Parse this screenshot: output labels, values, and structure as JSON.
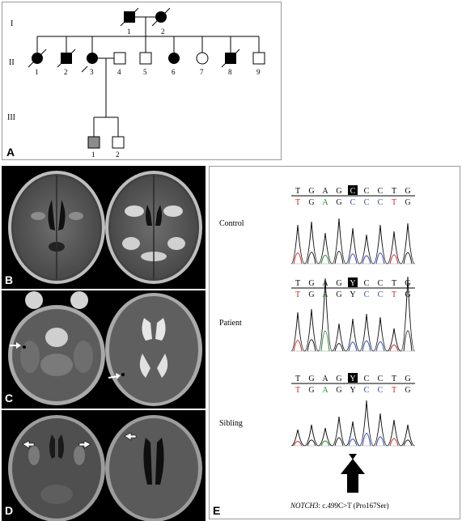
{
  "panels": {
    "A": "A",
    "B": "B",
    "C": "C",
    "D": "D",
    "E": "E"
  },
  "pedigree": {
    "generations": [
      "I",
      "II",
      "III"
    ],
    "gen1": [
      "1",
      "2"
    ],
    "gen2": [
      "1",
      "2",
      "3",
      "4",
      "5",
      "6",
      "7",
      "8",
      "9"
    ],
    "gen3": [
      "1",
      "2"
    ]
  },
  "sequencing": {
    "rows": [
      {
        "label": "Control",
        "bases": [
          "T",
          "G",
          "A",
          "G",
          "C",
          "C",
          "C",
          "T",
          "G"
        ]
      },
      {
        "label": "Patient",
        "bases": [
          "T",
          "G",
          "A",
          "G",
          "Y",
          "C",
          "C",
          "T",
          "G"
        ]
      },
      {
        "label": "Sibling",
        "bases": [
          "T",
          "G",
          "A",
          "G",
          "Y",
          "C",
          "C",
          "T",
          "G"
        ]
      }
    ],
    "caption_gene": "NOTCH3",
    "caption_rest": ": c.499C>T (Pro167Ser)"
  },
  "colors": {
    "A": "#2a8a2a",
    "C": "#2a3fb0",
    "G": "#111111",
    "T": "#c62828",
    "Y": "#000000",
    "carrier_fill": "#8c8c8c"
  }
}
